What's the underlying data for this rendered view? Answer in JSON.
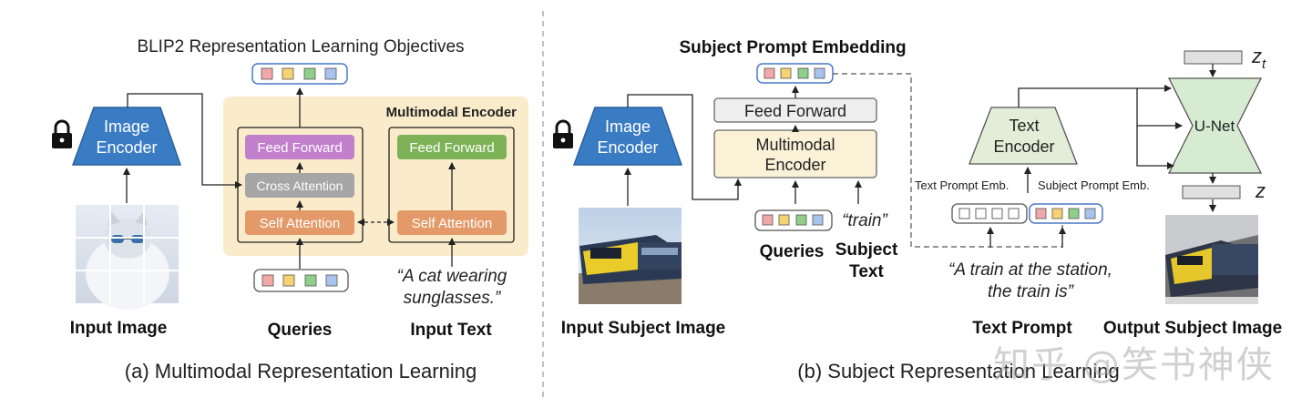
{
  "panel_a": {
    "title": "BLIP2 Representation Learning Objectives",
    "image_encoder_line1": "Image",
    "image_encoder_line2": "Encoder",
    "multimodal_encoder_label": "Multimodal Encoder",
    "feed_forward_left": "Feed Forward",
    "cross_attention": "Cross Attention",
    "self_attention_left": "Self Attention",
    "feed_forward_right": "Feed Forward",
    "self_attention_right": "Self Attention",
    "input_text_line1": "“A cat wearing",
    "input_text_line2": "sunglasses.”",
    "label_input_image": "Input Image",
    "label_queries": "Queries",
    "label_input_text": "Input Text",
    "caption": "(a) Multimodal Representation Learning",
    "icon": "lock-icon"
  },
  "panel_b": {
    "title": "Subject Prompt Embedding",
    "image_encoder_line1": "Image",
    "image_encoder_line2": "Encoder",
    "feed_forward": "Feed Forward",
    "multimodal_encoder_line1": "Multimodal",
    "multimodal_encoder_line2": "Encoder",
    "train_word": "“train”",
    "label_queries": "Queries",
    "label_subject_text_line1": "Subject",
    "label_subject_text_line2": "Text",
    "label_input_subject_image": "Input Subject Image",
    "text_encoder_line1": "Text",
    "text_encoder_line2": "Encoder",
    "text_prompt_emb": "Text Prompt Emb.",
    "subject_prompt_emb": "Subject Prompt Emb.",
    "prompt_line1": "“A train at the station,",
    "prompt_line2": "the train is”",
    "label_text_prompt": "Text Prompt",
    "unet": "U-Net",
    "zt_base": "z",
    "zt_sub": "t",
    "z": "z",
    "label_output_subject_image": "Output Subject Image",
    "caption": "(b) Subject Representation Learning",
    "icon": "lock-icon"
  },
  "watermark": "知乎 @笑书神侠",
  "colors": {
    "encoder_blue": "#3a7cc4",
    "mm_bg": "#faeccb",
    "feed_forward_purple": "#c27fcc",
    "cross_attention_gray": "#a6a6a6",
    "self_attention_orange": "#e39a68",
    "feed_forward_green": "#7db356",
    "unet_green": "#d6ebd2",
    "text_encoder_green": "#e2eed8",
    "ff_gray": "#eeeeee",
    "token_red": "#f2a8a8",
    "token_yellow": "#f6d372",
    "token_green": "#8fcf8a",
    "token_blue": "#a9c3ef",
    "token_outline_blue": "#4a78c8"
  }
}
